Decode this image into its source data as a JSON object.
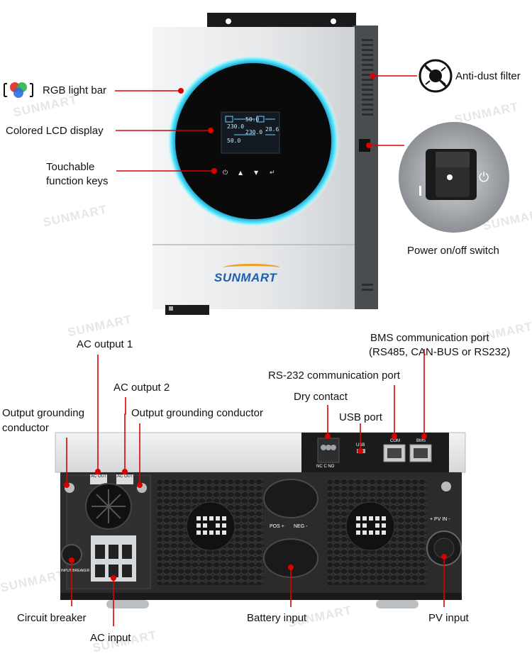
{
  "brand": "SUNMART",
  "watermark": "SUNMART",
  "front_view": {
    "labels": {
      "rgb_light_bar": "RGB light bar",
      "lcd_display": "Colored LCD display",
      "function_keys_line1": "Touchable",
      "function_keys_line2": "function keys",
      "anti_dust_filter": "Anti-dust filter",
      "power_switch": "Power on/off switch"
    },
    "lcd_readouts": [
      "230.0",
      "50.0",
      "230.0",
      "50.0",
      "28.6"
    ]
  },
  "bottom_view": {
    "labels": {
      "ac_output_1": "AC output 1",
      "ac_output_2": "AC output 2",
      "output_grounding_left_line1": "Output grounding",
      "output_grounding_left_line2": "conductor",
      "output_grounding_right": "Output grounding conductor",
      "bms_port_line1": "BMS communication port",
      "bms_port_line2": "(RS485, CAN-BUS or RS232)",
      "rs232_port": "RS-232 communication port",
      "dry_contact": "Dry contact",
      "usb_port": "USB port",
      "circuit_breaker": "Circuit breaker",
      "ac_input": "AC input",
      "battery_input": "Battery input",
      "pv_input": "PV input"
    },
    "panel_text": {
      "ac_out_1": "AC OUT 1",
      "ac_out_2": "AC OUT 2",
      "com": "COM",
      "bms": "BMS",
      "pos": "POS +",
      "neg": "NEG -",
      "pv_in": "+ PV IN -",
      "input_breaker": "INPUT BREAKER",
      "nc_c_no": "NC  C  NO",
      "usb": "USB"
    }
  },
  "colors": {
    "callout": "#dd0000",
    "ring_glow": "#38d6f0",
    "brand_blue": "#1d5fae",
    "housing_silver": "#e8eaec",
    "body_dark": "#2b2b2b"
  }
}
